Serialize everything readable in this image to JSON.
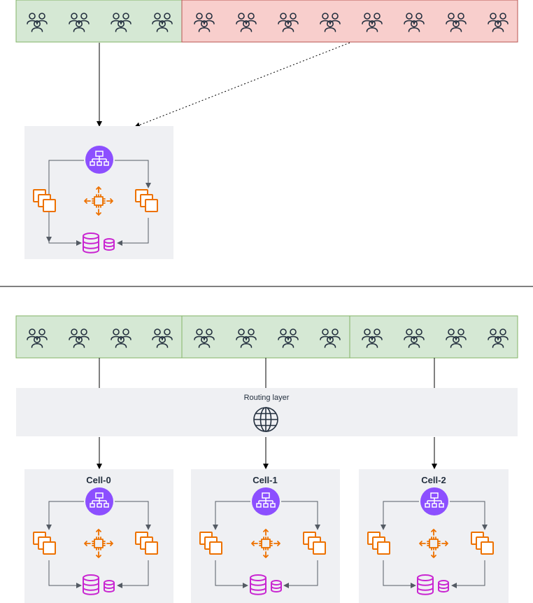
{
  "routing_layer": {
    "label": "Routing layer",
    "icon": "globe-icon"
  },
  "cells": [
    {
      "label": "Cell-0"
    },
    {
      "label": "Cell-1"
    },
    {
      "label": "Cell-2"
    }
  ],
  "top_section": {
    "healthy_user_groups": 4,
    "impacted_user_groups": 8
  },
  "bottom_section": {
    "user_groups_per_cell": 4
  },
  "icons": [
    "users-icon",
    "load-balancer-icon",
    "compute-instances-icon",
    "processor-scaling-icon",
    "database-icon",
    "globe-icon"
  ],
  "colors": {
    "healthy_fill": "#d5e8d4",
    "healthy_stroke": "#82b366",
    "impacted_fill": "#f8cecc",
    "impacted_stroke": "#b85450",
    "container_fill": "#eff0f3",
    "lb_purple": "#8c4fff",
    "compute_orange": "#ed7100",
    "db_magenta": "#c925d1",
    "icon_dark": "#232f3e"
  }
}
